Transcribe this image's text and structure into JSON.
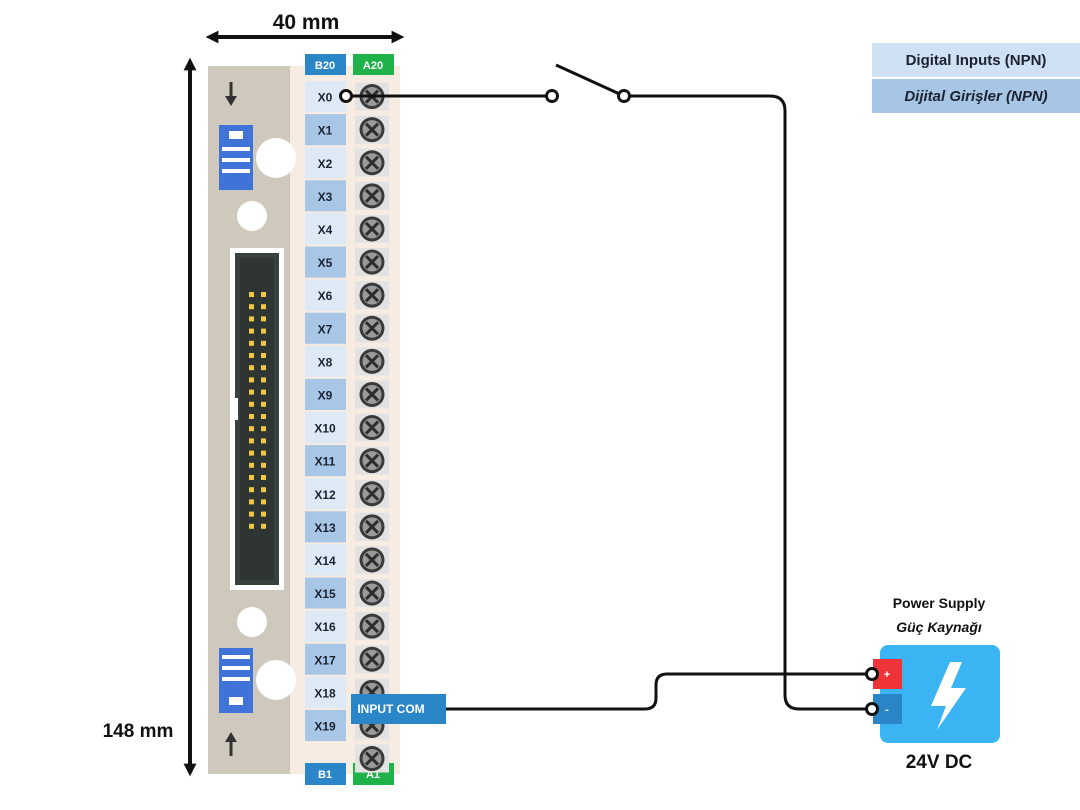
{
  "dimensions": {
    "width_label": "40 mm",
    "height_label": "148 mm"
  },
  "title": {
    "en": "Digital Inputs (NPN)",
    "tr": "Dijital Girişler (NPN)"
  },
  "terminal_block": {
    "top_left": "B20",
    "top_right": "A20",
    "bottom_left": "B1",
    "bottom_right": "A1",
    "inputs": [
      "X0",
      "X1",
      "X2",
      "X3",
      "X4",
      "X5",
      "X6",
      "X7",
      "X8",
      "X9",
      "X10",
      "X11",
      "X12",
      "X13",
      "X14",
      "X15",
      "X16",
      "X17",
      "X18",
      "X19"
    ],
    "com_label": "INPUT COM"
  },
  "power_supply": {
    "title_en": "Power Supply",
    "title_tr": "Güç Kaynağı",
    "voltage": "24V DC",
    "plus": "+",
    "minus": "-"
  },
  "colors": {
    "module_body": "#cfc8bd",
    "terminal_bg": "#f7ece2",
    "label_light": "#dde9f5",
    "label_dark": "#a8c6e6",
    "tag_blue": "#2b86c8",
    "tag_green": "#1fb24a",
    "psu_blue": "#3ab4f2",
    "plus_red": "#ee3438",
    "wire": "#111111"
  }
}
